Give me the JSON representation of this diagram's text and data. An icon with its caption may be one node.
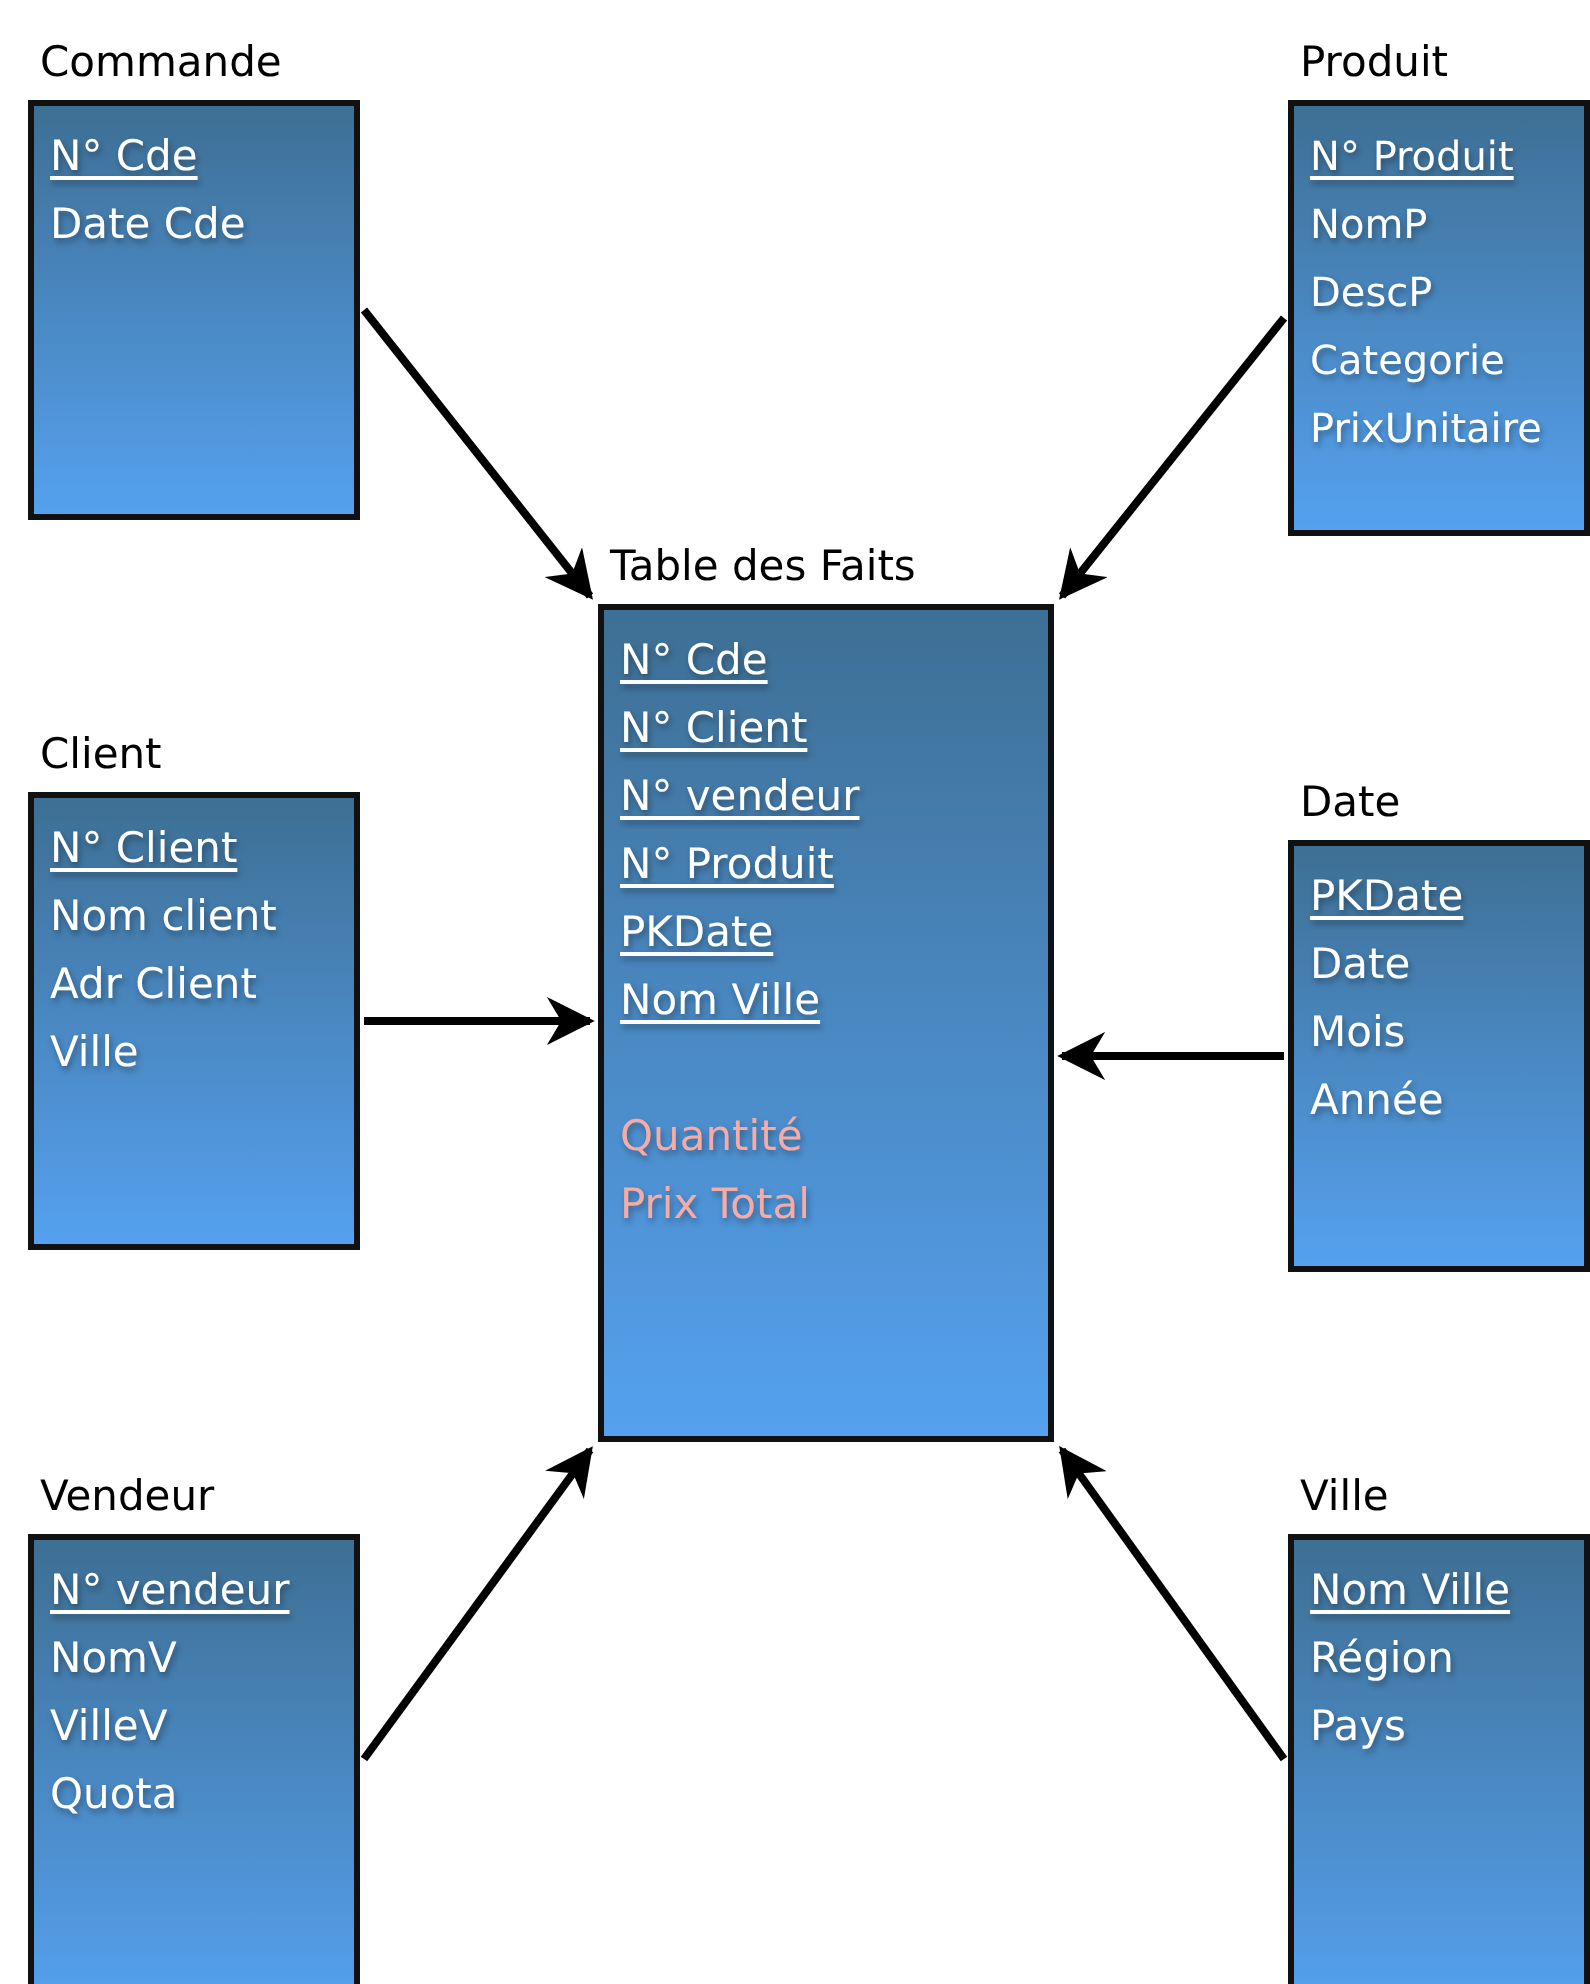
{
  "diagram": {
    "nodes": [
      {
        "text": [
          "Commande",
          "N° Cde",
          "Date Cde"
        ]
      },
      {
        "text": [
          "Produit",
          "N° Produit",
          "NomP",
          "DescP",
          "Categorie",
          "PrixUnitaire"
        ]
      },
      {
        "text": [
          "Table des Faits",
          "N° Cde",
          "N° Client",
          "N° vendeur",
          "N° Produit",
          "PKDate",
          "Nom Ville",
          "Quantité",
          "Prix Total"
        ]
      },
      {
        "text": [
          "Client",
          "N° Client",
          "Nom client",
          "Adr Client",
          "Ville"
        ]
      },
      {
        "text": [
          "Date",
          "PKDate",
          "Date",
          "Mois",
          "Année"
        ]
      },
      {
        "text": [
          "Vendeur",
          "N° vendeur",
          "NomV",
          "VilleV",
          "Quota"
        ]
      },
      {
        "text": [
          "Ville",
          "Nom Ville",
          "Région",
          "Pays"
        ]
      }
    ],
    "edges": [
      {
        "from": 0,
        "to": 2,
        "arrow": "to"
      },
      {
        "from": 1,
        "to": 2,
        "arrow": "to"
      },
      {
        "from": 3,
        "to": 2,
        "arrow": "to"
      },
      {
        "from": 4,
        "to": 2,
        "arrow": "to"
      },
      {
        "from": 5,
        "to": 2,
        "arrow": "to"
      },
      {
        "from": 6,
        "to": 2,
        "arrow": "to"
      }
    ]
  }
}
